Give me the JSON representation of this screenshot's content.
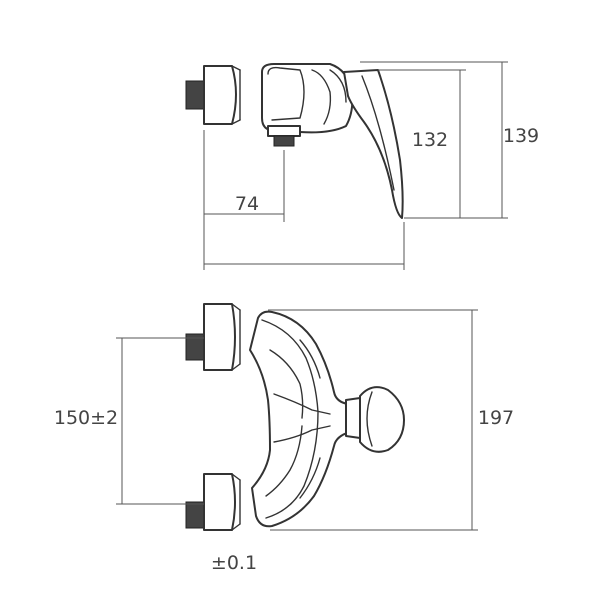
{
  "dimensions": {
    "side_view": {
      "offset": "74",
      "lever_height": "132",
      "total_height": "139"
    },
    "top_view": {
      "center_distance": "150±2",
      "total_width": "197",
      "tolerance": "±0.1"
    }
  },
  "colors": {
    "outline": "#333333",
    "dimension": "#555555",
    "label": "#444444",
    "background": "#ffffff"
  }
}
